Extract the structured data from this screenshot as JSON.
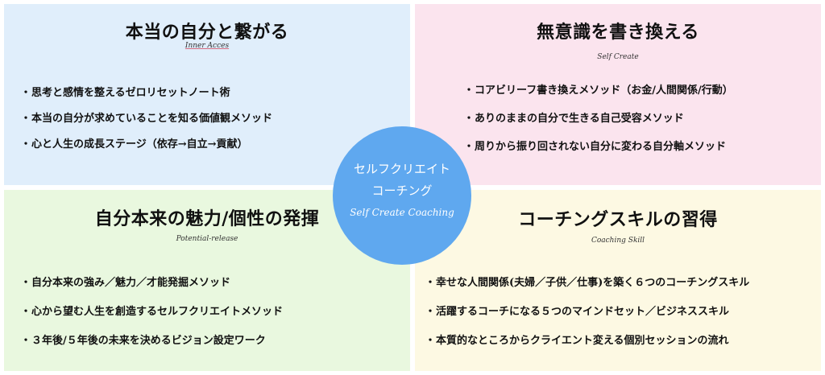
{
  "quadrants": {
    "top_left": {
      "title": "本当の自分と繋がる",
      "subtitle": "Inner Acces",
      "items": [
        "思考と感情を整えるゼロリセットノート術",
        "本当の自分が求めていることを知る価値観メソッド",
        "心と人生の成長ステージ（依存→自立→貢献）"
      ]
    },
    "top_right": {
      "title": "無意識を書き換える",
      "subtitle": "Self Create",
      "items": [
        "コアビリーフ書き換えメソッド（お金/人間関係/行動）",
        "ありのままの自分で生きる自己受容メソッド",
        "周りから振り回されない自分に変わる自分軸メソッド"
      ]
    },
    "bottom_left": {
      "title": "自分本来の魅力/個性の発揮",
      "subtitle": "Potential-release",
      "items": [
        "自分本来の強み／魅力／才能発掘メソッド",
        "心から望む人生を創造するセルフクリエイトメソッド",
        "３年後/５年後の未来を決めるビジョン設定ワーク"
      ]
    },
    "bottom_right": {
      "title": "コーチングスキルの習得",
      "subtitle": "Coaching Skill",
      "items": [
        "幸せな人間関係(夫婦／子供／仕事)を築く６つのコーチングスキル",
        "活躍するコーチになる５つのマインドセット／ビジネススキル",
        "本質的なところからクライエント変える個別セッションの流れ"
      ]
    }
  },
  "center": {
    "title_line1": "セルフクリエイト",
    "title_line2": "コーチング",
    "subtitle": "Self Create Coaching"
  },
  "bullet": "・",
  "colors": {
    "top_left_bg": "#e0eefb",
    "top_right_bg": "#fbe4ee",
    "bottom_left_bg": "#e9f8df",
    "bottom_right_bg": "#fdf9e3",
    "circle": "#5fa8ef"
  }
}
